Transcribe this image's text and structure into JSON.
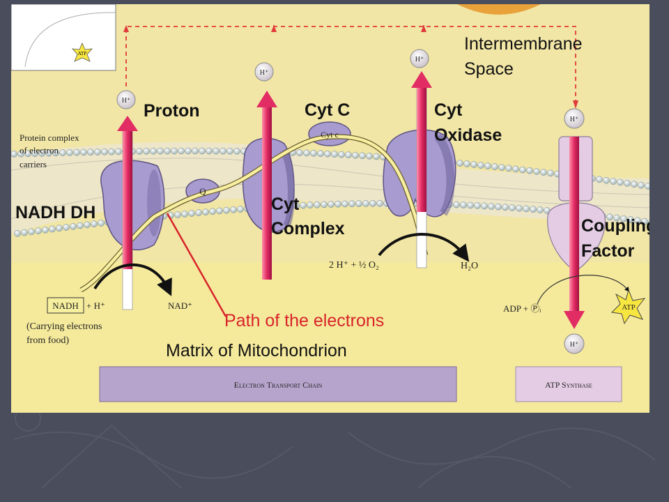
{
  "labels": {
    "intermembrane": [
      "Intermembrane",
      "Space"
    ],
    "proton": "Proton",
    "cyt_c": "Cyt C",
    "cyt_oxidase": [
      "Cyt",
      "Oxidase"
    ],
    "cyt_complex": [
      "Cyt",
      "Complex"
    ],
    "nadh_dh": "NADH DH",
    "coupling_factor": [
      "Coupling",
      "Factor"
    ],
    "protein_complex": [
      "Protein complex",
      "of electron",
      "carriers"
    ],
    "q": "Q",
    "cyt_c_small": "Cyt c",
    "nadh_box": "NADH",
    "nadh_plus": "+ H⁺",
    "nad_plus": "NAD⁺",
    "carrying": [
      "(Carrying electrons",
      "from food)"
    ],
    "oxygen_eq": "2 H⁺ + ½ O₂",
    "water": "H₂O",
    "path_electrons": "Path of the electrons",
    "matrix": "Matrix of Mitochondrion",
    "etc_bar": "Electron Transport Chain",
    "atp_bar": "ATP Synthase",
    "adp": "ADP + Ⓟᵢ",
    "atp": "ATP",
    "h_plus": "H⁺"
  },
  "colors": {
    "membrane_bg": "#f1e6a6",
    "matrix_bg": "#f5ea9c",
    "protein": "#a79bd0",
    "proton_arrow": "#e22c64",
    "electron_path": "#f8f0a0",
    "pointer": "#d8232a",
    "slide_bg": "#4a4e5c"
  }
}
